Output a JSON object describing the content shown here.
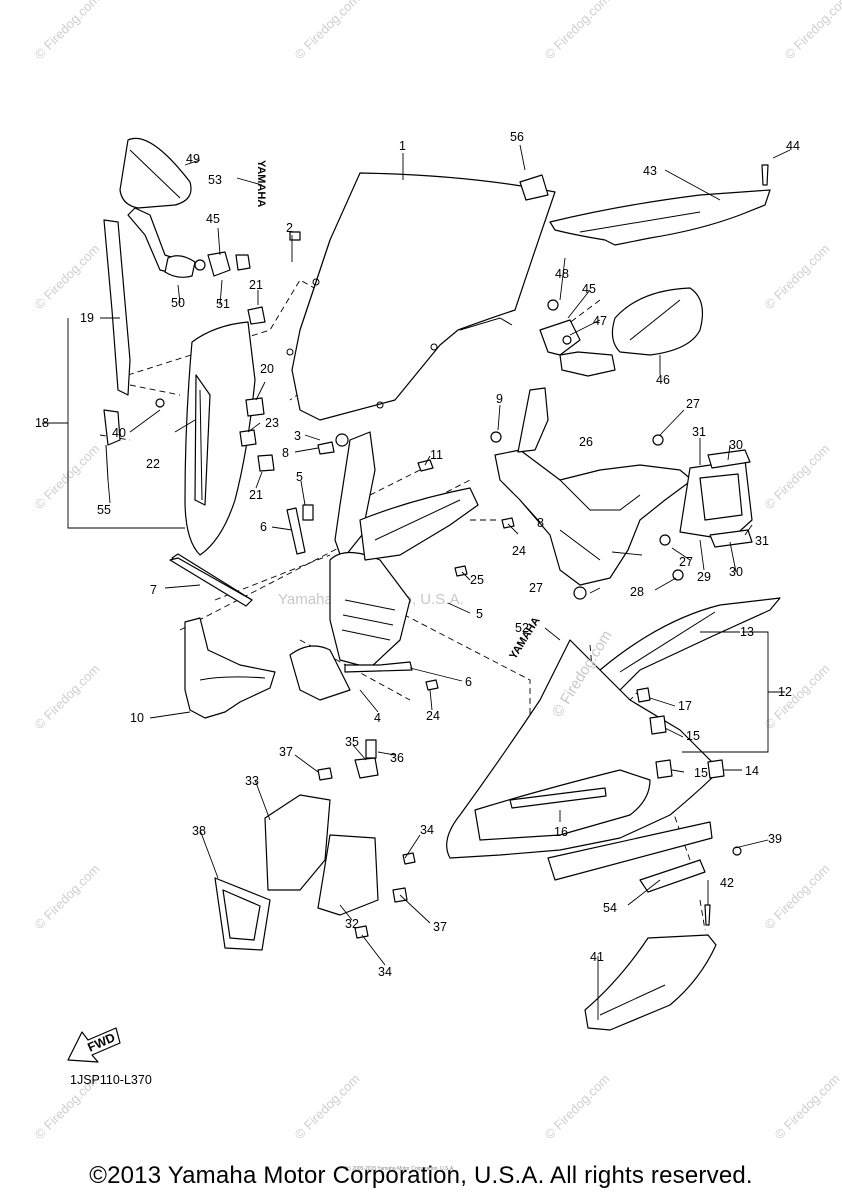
{
  "callouts": [
    {
      "id": "1",
      "label": "1"
    },
    {
      "id": "2",
      "label": "2"
    },
    {
      "id": "3",
      "label": "3"
    },
    {
      "id": "4",
      "label": "4"
    },
    {
      "id": "5a",
      "label": "5"
    },
    {
      "id": "5b",
      "label": "5"
    },
    {
      "id": "6a",
      "label": "6"
    },
    {
      "id": "6b",
      "label": "6"
    },
    {
      "id": "7",
      "label": "7"
    },
    {
      "id": "8a",
      "label": "8"
    },
    {
      "id": "8b",
      "label": "8"
    },
    {
      "id": "9",
      "label": "9"
    },
    {
      "id": "10",
      "label": "10"
    },
    {
      "id": "11",
      "label": "11"
    },
    {
      "id": "12",
      "label": "12"
    },
    {
      "id": "13",
      "label": "13"
    },
    {
      "id": "14",
      "label": "14"
    },
    {
      "id": "15a",
      "label": "15"
    },
    {
      "id": "15b",
      "label": "15"
    },
    {
      "id": "16",
      "label": "16"
    },
    {
      "id": "17",
      "label": "17"
    },
    {
      "id": "18",
      "label": "18"
    },
    {
      "id": "19",
      "label": "19"
    },
    {
      "id": "20",
      "label": "20"
    },
    {
      "id": "21a",
      "label": "21"
    },
    {
      "id": "21b",
      "label": "21"
    },
    {
      "id": "22",
      "label": "22"
    },
    {
      "id": "23",
      "label": "23"
    },
    {
      "id": "24a",
      "label": "24"
    },
    {
      "id": "24b",
      "label": "24"
    },
    {
      "id": "25",
      "label": "25"
    },
    {
      "id": "26",
      "label": "26"
    },
    {
      "id": "27a",
      "label": "27"
    },
    {
      "id": "27b",
      "label": "27"
    },
    {
      "id": "27c",
      "label": "27"
    },
    {
      "id": "28",
      "label": "28"
    },
    {
      "id": "29",
      "label": "29"
    },
    {
      "id": "30a",
      "label": "30"
    },
    {
      "id": "30b",
      "label": "30"
    },
    {
      "id": "31a",
      "label": "31"
    },
    {
      "id": "31b",
      "label": "31"
    },
    {
      "id": "32",
      "label": "32"
    },
    {
      "id": "33",
      "label": "33"
    },
    {
      "id": "34a",
      "label": "34"
    },
    {
      "id": "34b",
      "label": "34"
    },
    {
      "id": "35",
      "label": "35"
    },
    {
      "id": "36",
      "label": "36"
    },
    {
      "id": "37a",
      "label": "37"
    },
    {
      "id": "37b",
      "label": "37"
    },
    {
      "id": "38",
      "label": "38"
    },
    {
      "id": "39",
      "label": "39"
    },
    {
      "id": "40",
      "label": "40"
    },
    {
      "id": "41",
      "label": "41"
    },
    {
      "id": "42",
      "label": "42"
    },
    {
      "id": "43",
      "label": "43"
    },
    {
      "id": "44",
      "label": "44"
    },
    {
      "id": "45a",
      "label": "45"
    },
    {
      "id": "45b",
      "label": "45"
    },
    {
      "id": "46",
      "label": "46"
    },
    {
      "id": "47",
      "label": "47"
    },
    {
      "id": "48",
      "label": "48"
    },
    {
      "id": "49",
      "label": "49"
    },
    {
      "id": "50",
      "label": "50"
    },
    {
      "id": "51",
      "label": "51"
    },
    {
      "id": "52",
      "label": "52"
    },
    {
      "id": "53",
      "label": "53"
    },
    {
      "id": "54",
      "label": "54"
    },
    {
      "id": "55",
      "label": "55"
    },
    {
      "id": "56",
      "label": "56"
    }
  ],
  "decal_text": "YAMAHA",
  "fwd_label": "FWD",
  "reference_code": "1JSP110-L370",
  "watermark": "© Firedog.com",
  "center_watermark": "Yamaha Motor Corp, U.S.A.",
  "diagonal_watermark": "© Firedog.com",
  "tiny_credit": "(c) 2005-2015 Yamaha Motor Corporation, U.S.A.",
  "copyright": "©2013 Yamaha Motor Corporation, U.S.A. All rights reserved."
}
